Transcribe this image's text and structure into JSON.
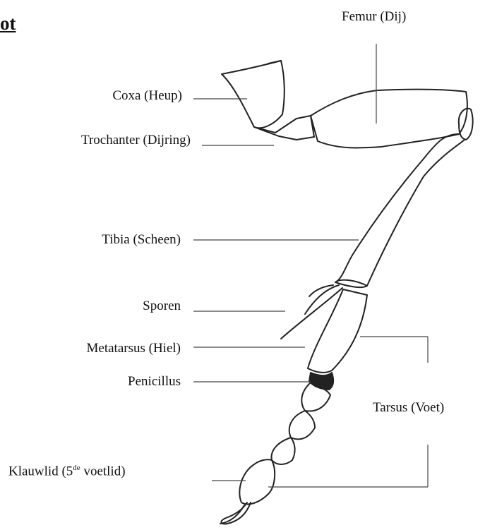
{
  "heading": "ot",
  "labels": {
    "femur": "Femur (Dij)",
    "coxa": "Coxa (Heup)",
    "trochanter": "Trochanter (Dijring)",
    "tibia": "Tibia (Scheen)",
    "sporen": "Sporen",
    "metatarsus": "Metatarsus (Hiel)",
    "penicillus": "Penicillus",
    "tarsus": "Tarsus (Voet)",
    "klauwlid_prefix": "Klauwlid (5",
    "klauwlid_sup": "de",
    "klauwlid_suffix": " voetlid)"
  }
}
